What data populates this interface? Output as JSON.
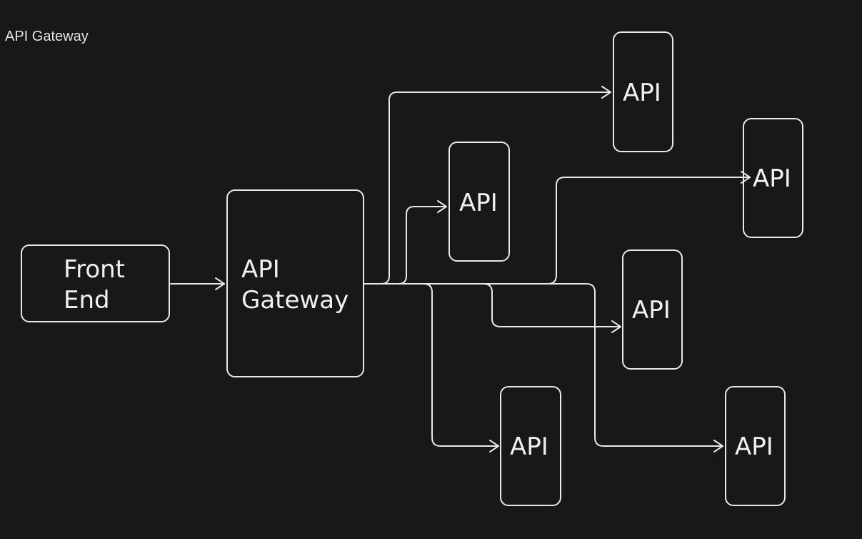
{
  "frame": {
    "title": "API Gateway"
  },
  "nodes": {
    "front_end": {
      "line1": "Front",
      "line2": "End"
    },
    "gateway": {
      "line1": "API",
      "line2": "Gateway"
    },
    "api_1": {
      "label": "API"
    },
    "api_2": {
      "label": "API"
    },
    "api_3": {
      "label": "API"
    },
    "api_4": {
      "label": "API"
    },
    "api_5": {
      "label": "API"
    },
    "api_6": {
      "label": "API"
    }
  },
  "colors": {
    "background": "#181818",
    "stroke": "#e8e8e8",
    "text": "#f0f0f0"
  }
}
